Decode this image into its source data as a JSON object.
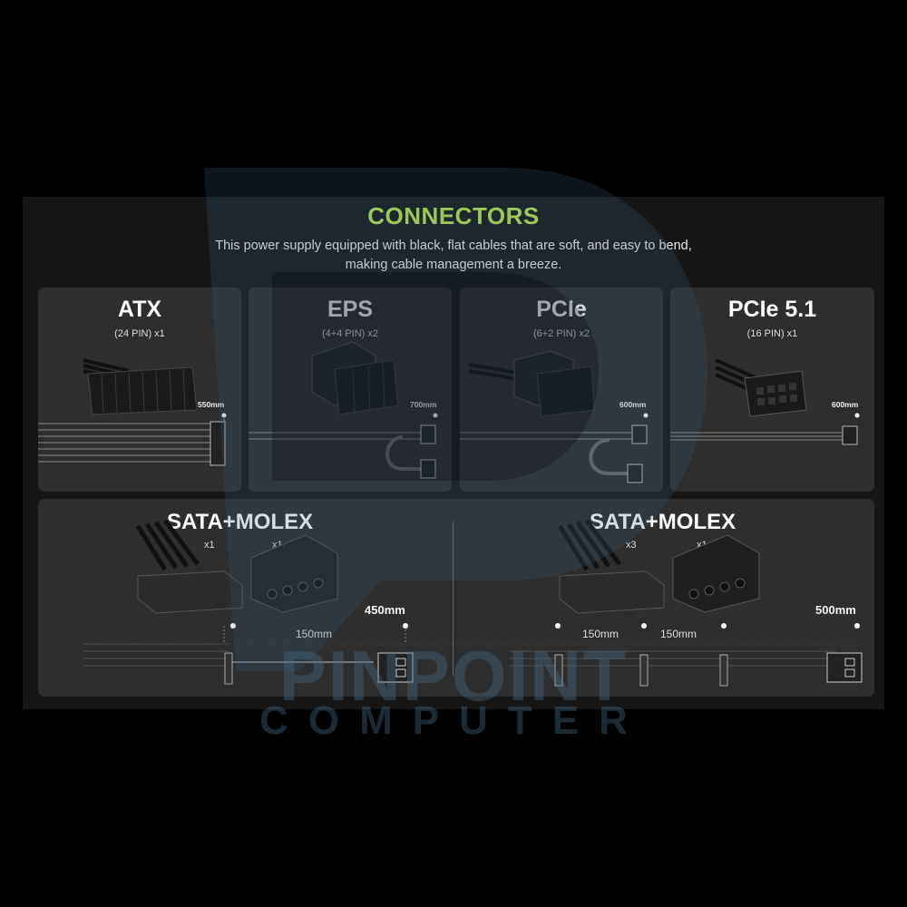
{
  "header": {
    "title": "CONNECTORS",
    "description_line1": "This power supply equipped with black, flat cables that are soft, and easy to bend,",
    "description_line2": "making cable management a breeze."
  },
  "colors": {
    "title_accent": "#b5e34b",
    "card_bg": "#2e2e2e",
    "panel_bg": "#161616"
  },
  "cards": [
    {
      "title": "ATX",
      "spec": "(24 PIN) x1",
      "length": "550mm"
    },
    {
      "title": "EPS",
      "spec": "(4+4 PIN) x2",
      "length": "700mm"
    },
    {
      "title": "PCIe",
      "spec": "(6+2 PIN) x2",
      "length": "600mm"
    },
    {
      "title": "PCIe 5.1",
      "spec": "(16 PIN) x1",
      "length": "600mm"
    }
  ],
  "sata_cards": [
    {
      "title": "SATA+MOLEX",
      "sata_qty": "x1",
      "molex_qty": "x1",
      "length": "450mm",
      "segments": [
        "150mm"
      ]
    },
    {
      "title": "SATA+MOLEX",
      "sata_qty": "x3",
      "molex_qty": "x1",
      "length": "500mm",
      "segments": [
        "150mm",
        "150mm"
      ]
    }
  ],
  "watermark": {
    "line1": "PINPOINT",
    "line2": "COMPUTER"
  }
}
